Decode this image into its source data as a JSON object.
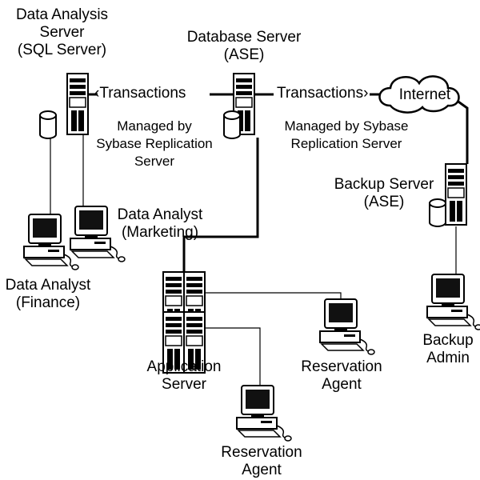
{
  "labels": {
    "data_analysis_server": [
      "Data Analysis",
      "Server",
      "(SQL Server)"
    ],
    "database_server": [
      "Database Server",
      "(ASE)"
    ],
    "backup_server": [
      "Backup Server",
      "(ASE)"
    ],
    "data_analyst_marketing": [
      "Data Analyst",
      "(Marketing)"
    ],
    "data_analyst_finance": [
      "Data Analyst",
      "(Finance)"
    ],
    "application_server": [
      "Application",
      "Server"
    ],
    "reservation_agent_right": [
      "Reservation",
      "Agent"
    ],
    "reservation_agent_bottom": [
      "Reservation",
      "Agent"
    ],
    "backup_admin": [
      "Backup",
      "Admin"
    ],
    "internet": "Internet",
    "transactions_left": "‹Transactions",
    "transactions_right": "Transactions›",
    "managed_left": [
      "Managed by",
      "Sybase Replication",
      "Server"
    ],
    "managed_right": [
      "Managed by Sybase",
      "Replication Server"
    ]
  },
  "icons": [
    "server-tower-icon",
    "database-cylinder-icon",
    "workstation-icon",
    "cloud-icon"
  ],
  "colors": {
    "line": "#000000",
    "background": "#ffffff",
    "screen": "#111111"
  }
}
